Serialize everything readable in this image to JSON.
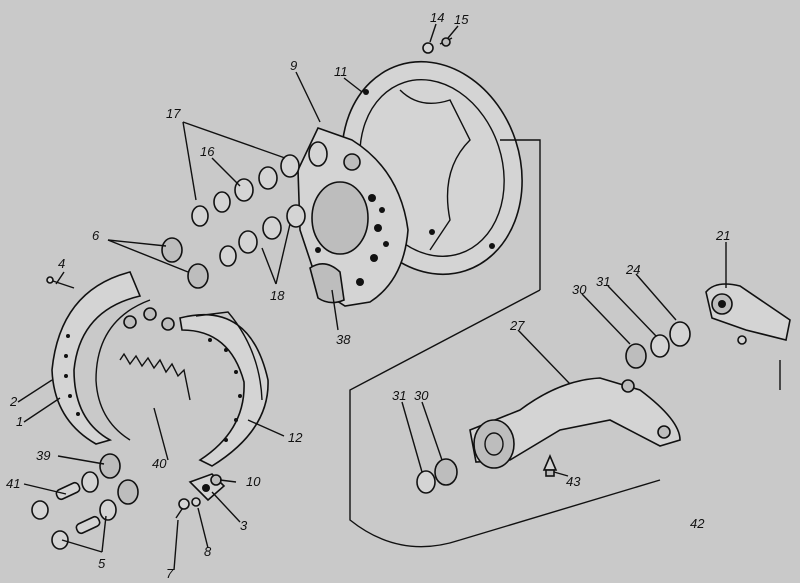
{
  "labels": {
    "l1": "1",
    "l2": "2",
    "l3": "3",
    "l4": "4",
    "l5": "5",
    "l6": "6",
    "l7": "7",
    "l8": "8",
    "l9": "9",
    "l10": "10",
    "l11": "11",
    "l12": "12",
    "l14": "14",
    "l15": "15",
    "l16": "16",
    "l17": "17",
    "l18": "18",
    "l21": "21",
    "l24": "24",
    "l27": "27",
    "l30a": "30",
    "l30b": "30",
    "l31a": "31",
    "l31b": "31",
    "l38": "38",
    "l39": "39",
    "l40": "40",
    "l41": "41",
    "l42": "42",
    "l43": "43"
  }
}
